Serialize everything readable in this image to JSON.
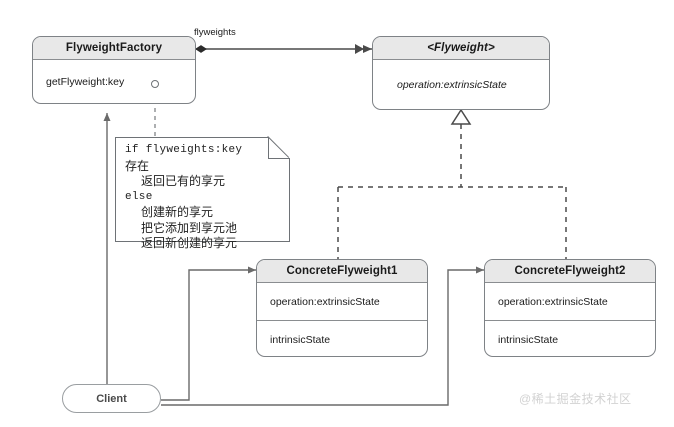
{
  "diagram": {
    "title": "Flyweight Pattern UML Class Diagram",
    "background": "#ffffff",
    "line_color": "#4a4a4a",
    "header_fill": "#e8e8e8",
    "border_color": "#7e8286"
  },
  "classes": {
    "factory": {
      "name": "FlyweightFactory",
      "operation": "getFlyweight:key"
    },
    "flyweight": {
      "name": "<Flyweight>",
      "operation": "operation:extrinsicState"
    },
    "concrete1": {
      "name": "ConcreteFlyweight1",
      "operation": "operation:extrinsicState",
      "state": "intrinsicState"
    },
    "concrete2": {
      "name": "ConcreteFlyweight2",
      "operation": "operation:extrinsicState",
      "state": "intrinsicState"
    },
    "client": {
      "name": "Client"
    }
  },
  "note": {
    "lines": [
      "if flyweights:key",
      "存在",
      "返回已有的享元",
      "else",
      "创建新的享元",
      "把它添加到享元池",
      "返回新创建的享元"
    ]
  },
  "edges": {
    "aggregation_label": "flyweights"
  },
  "watermark": {
    "text": "@稀土掘金技术社区"
  }
}
